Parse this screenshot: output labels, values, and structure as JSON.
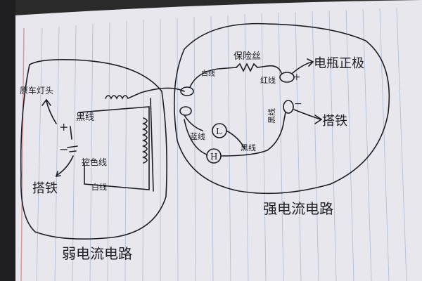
{
  "weak_circuit": {
    "title": "弱电流电路",
    "labels": {
      "original_headlight": "原车灯头",
      "plus": "+",
      "minus": "−",
      "black_wire": "黑线",
      "control_color_wire": "控色线",
      "white_wire": "白线",
      "ground": "搭铁"
    }
  },
  "strong_circuit": {
    "title": "强电流电路",
    "labels": {
      "fuse": "保险丝",
      "battery_positive": "电瓶正极",
      "red_wire": "红线",
      "white_wire": "白线",
      "blue_wire": "蓝线",
      "black_wire": "黑线",
      "black_wire_vertical": "黑线",
      "ground": "搭铁",
      "bulb_L": "L",
      "bulb_H": "H",
      "plus": "+",
      "minus": "−"
    }
  },
  "colors": {
    "paper": "#e9e7ee",
    "ruling": "#b9c3d6",
    "margin": "#d49a9a",
    "ink": "#1d1d24",
    "background": "#2a2a2a"
  }
}
